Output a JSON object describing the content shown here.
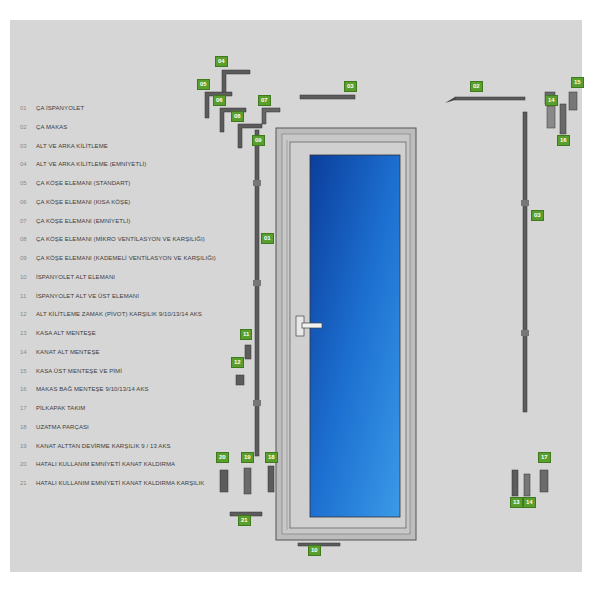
{
  "diagram": {
    "labels": [
      "01",
      "ÇA İSPANYOLET",
      "02",
      "ÇA MAKAS",
      "03",
      "ALT VE ARKA KİLİTLEME",
      "04",
      "ALT VE ARKA KİLİTLEME (EMNİYETLİ)",
      "05",
      "ÇA KÖŞE ELEMANI (STANDART)",
      "06",
      "ÇA KÖŞE ELEMANI (KISA KÖŞE)",
      "07",
      "ÇA KÖŞE ELEMANI (EMNİYETLİ)",
      "08",
      "ÇA KÖŞE ELEMANI (MİKRO VENTİLASYON VE KARŞILIĞI)",
      "09",
      "ÇA KÖŞE ELEMANI (KADEMELİ VENTİLASYON VE KARŞILIĞI)",
      "10",
      "İSPANYOLET ALT ELEMANI",
      "11",
      "İSPANYOLET ALT VE ÜST ELEMANI",
      "12",
      "ALT KİLİTLEME ZAMAK (PİVOT) KARŞILIK 9/10/13/14 AKS",
      "13",
      "KASA ALT MENTEŞE",
      "14",
      "KANAT ALT MENTEŞE",
      "15",
      "KASA ÜST MENTEŞE VE PİMİ",
      "16",
      "MAKAS BAĞ MENTEŞE 9/10/13/14 AKS",
      "17",
      "PİLKAPAK TAKIM",
      "18",
      "UZATMA PARÇASI",
      "19",
      "KANAT ALTTAN DEVİRME KARŞILIK 9 / 13 AKS",
      "20",
      "HATALI KULLANIM EMNİYETİ KANAT KALDIRMA",
      "21",
      "HATALI KULLANIM EMNİYETİ KANAT KALDIRMA KARŞILIK",
      "04",
      "05",
      "06",
      "07",
      "08",
      "09",
      "03",
      "02",
      "15",
      "16",
      "14",
      "01",
      "03",
      "11",
      "12",
      "20",
      "19",
      "18",
      "21",
      "10",
      "17",
      "13",
      "14"
    ]
  }
}
